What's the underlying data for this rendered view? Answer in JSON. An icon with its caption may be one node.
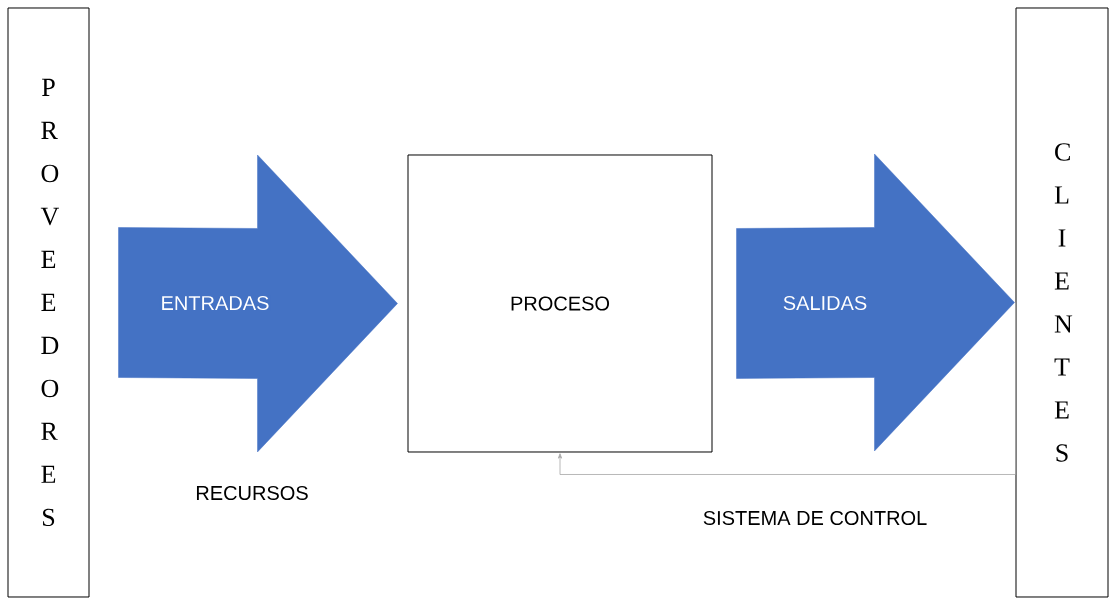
{
  "diagram": {
    "nodes": [
      {
        "text": [
          "PROVEEDORES"
        ]
      },
      {
        "text": [
          "PROCESO"
        ]
      },
      {
        "text": [
          "CLIENTES"
        ]
      }
    ],
    "edges": [
      {
        "from": 0,
        "to": 1,
        "arrow": "to",
        "label": "ENTRADAS",
        "style": "thick",
        "color": "#4472c4"
      },
      {
        "from": 1,
        "to": 2,
        "arrow": "to",
        "label": "SALIDAS",
        "style": "thick",
        "color": "#4472c4"
      },
      {
        "from": 2,
        "to": 1,
        "arrow": "to",
        "label": "SISTEMA DE CONTROL",
        "color": "#a6a6a6"
      }
    ],
    "labels": [
      "RECURSOS"
    ]
  }
}
